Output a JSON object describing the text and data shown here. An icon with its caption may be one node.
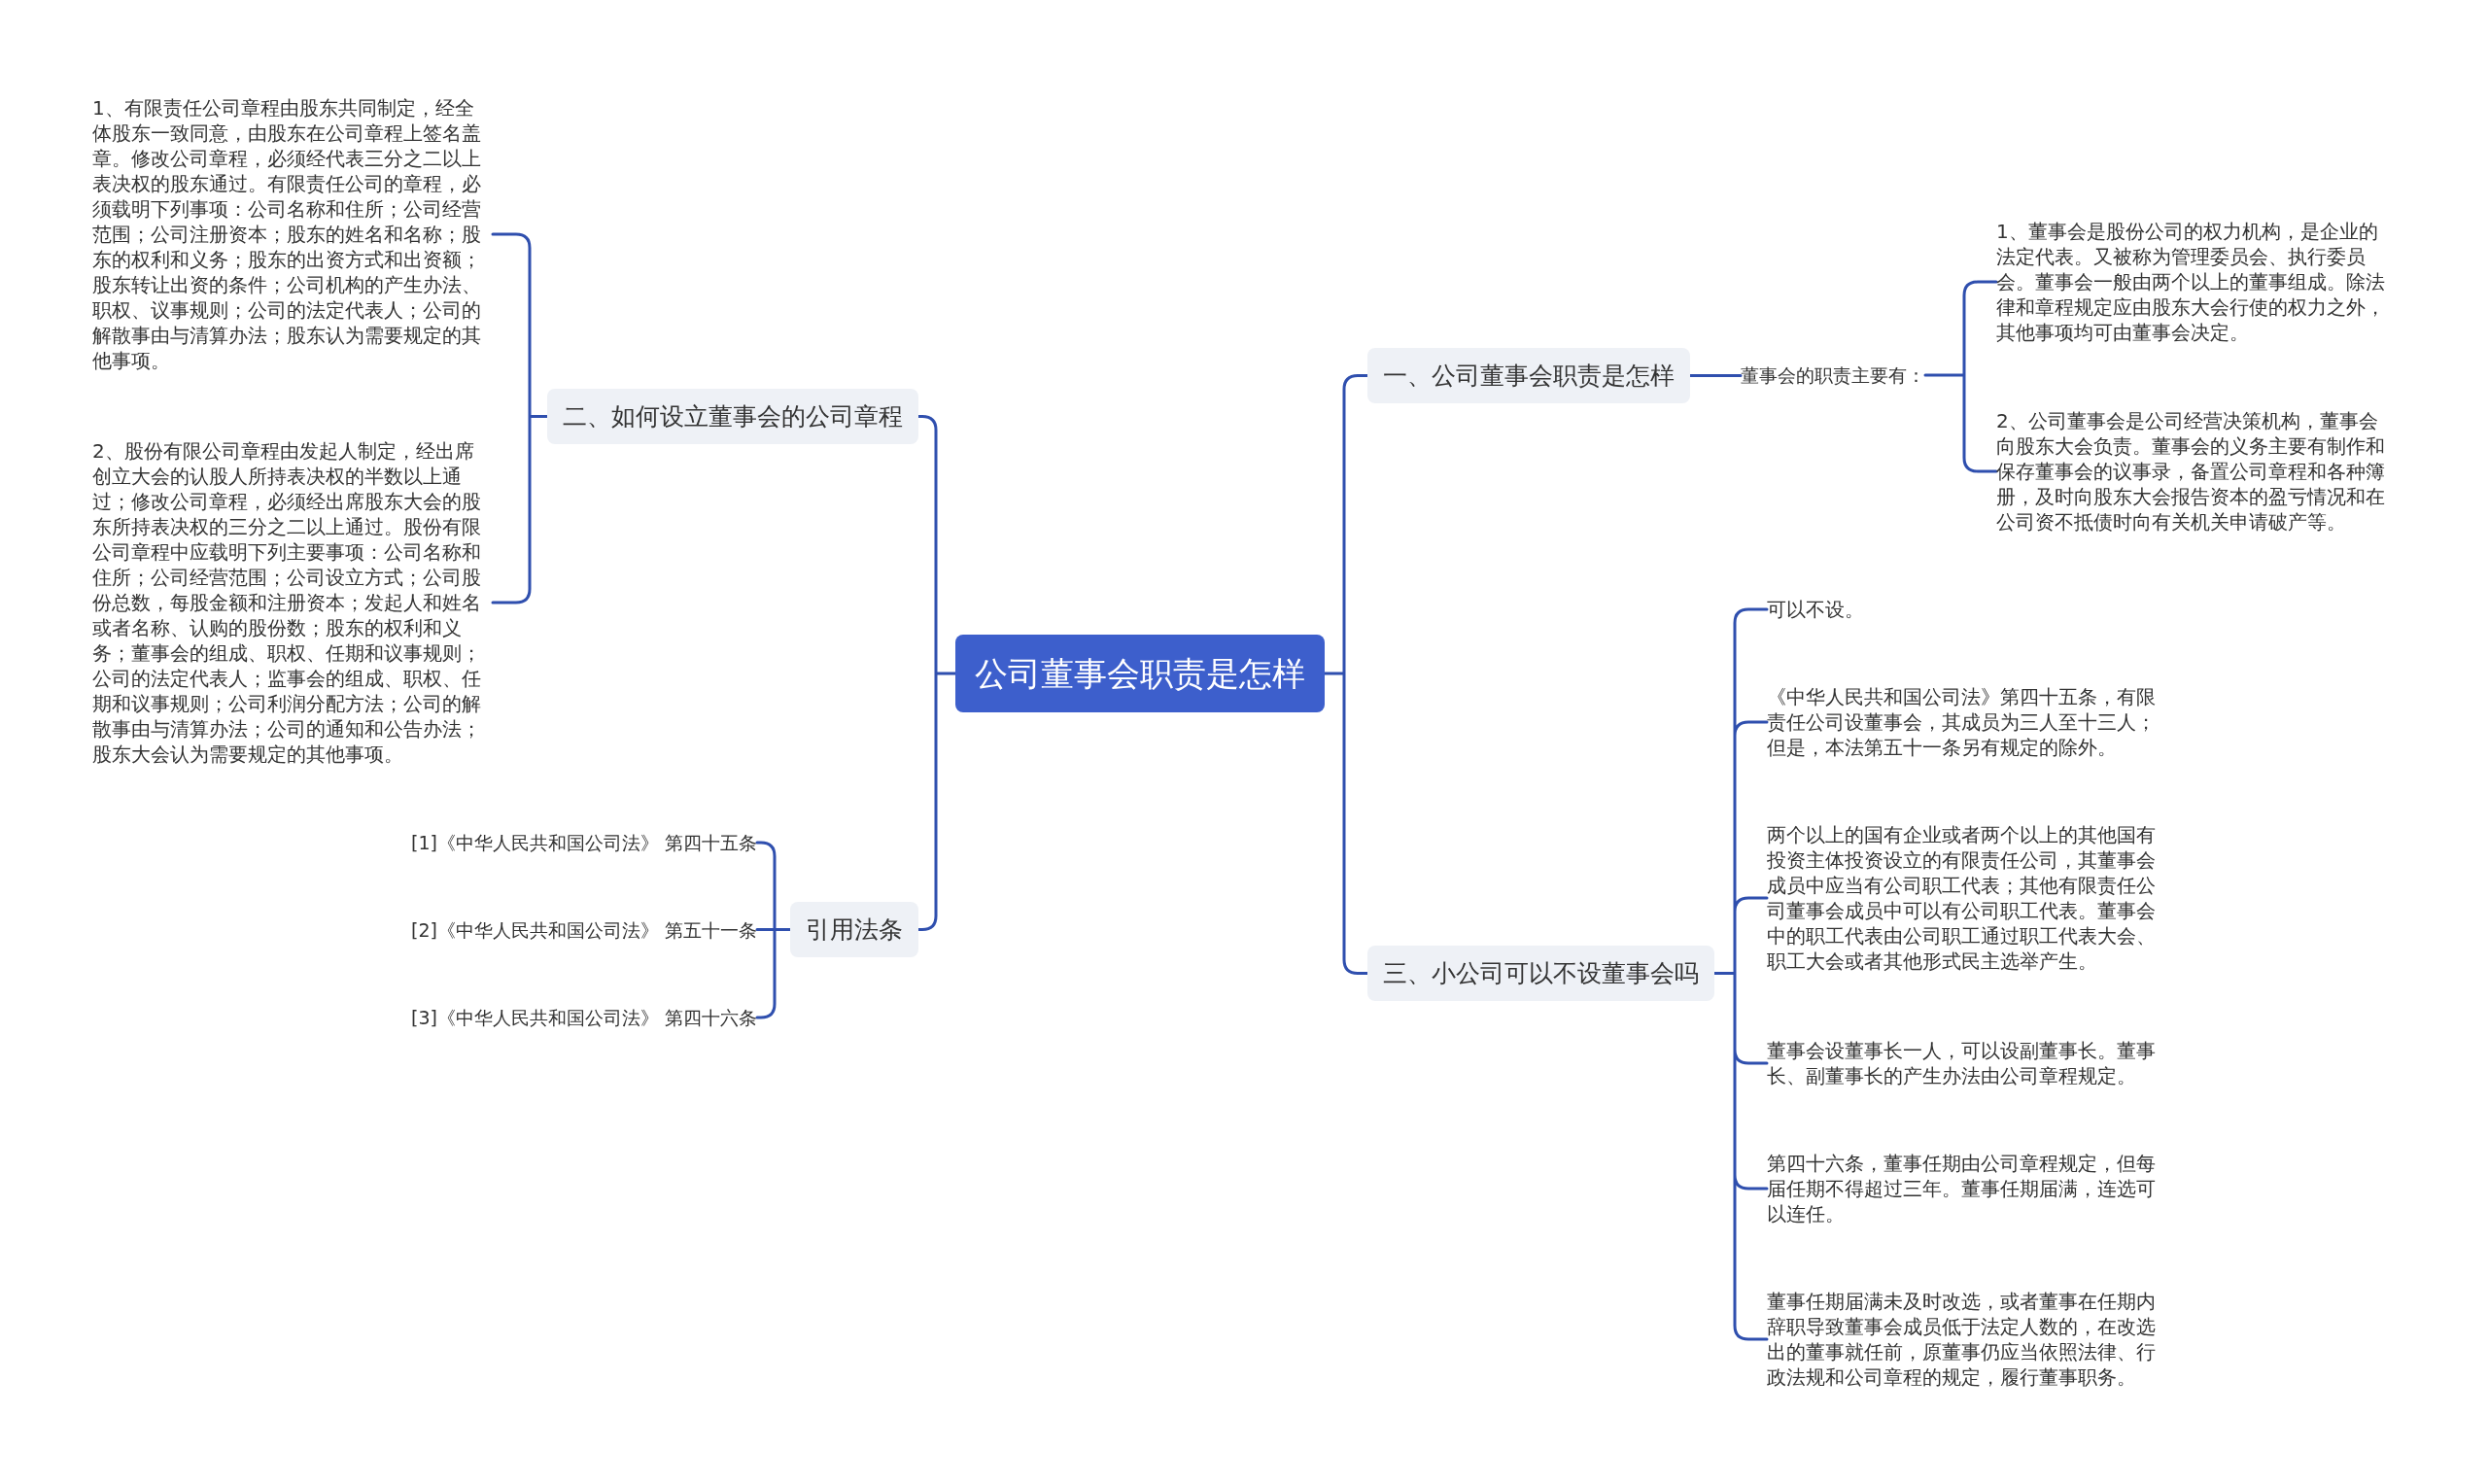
{
  "diagram": {
    "nodes": [
      {
        "text": [
          "公司董事会职责是怎样"
        ]
      },
      {
        "text": [
          "一、公司董事会职责是怎样"
        ]
      },
      {
        "text": [
          "董事会的职责主要有："
        ]
      },
      {
        "text": [
          "1、董事会是股份公司的权力机构，是企业的法定代表。又被称为管理委员会、执行委员会。董事会一般由两个以上的董事组成。除法律和章程规定应由股东大会行使的权力之外，其他事项均可由董事会决定。"
        ]
      },
      {
        "text": [
          "2、公司董事会是公司经营决策机构，董事会向股东大会负责。董事会的义务主要有制作和保存董事会的议事录，备置公司章程和各种簿册，及时向股东大会报告资本的盈亏情况和在公司资不抵债时向有关机关申请破产等。"
        ]
      },
      {
        "text": [
          "三、小公司可以不设董事会吗"
        ]
      },
      {
        "text": [
          "可以不设。"
        ]
      },
      {
        "text": [
          "《中华人民共和国公司法》第四十五条，有限责任公司设董事会，其成员为三人至十三人；但是，本法第五十一条另有规定的除外。"
        ]
      },
      {
        "text": [
          "两个以上的国有企业或者两个以上的其他国有投资主体投资设立的有限责任公司，其董事会成员中应当有公司职工代表；其他有限责任公司董事会成员中可以有公司职工代表。董事会中的职工代表由公司职工通过职工代表大会、职工大会或者其他形式民主选举产生。"
        ]
      },
      {
        "text": [
          "董事会设董事长一人，可以设副董事长。董事长、副董事长的产生办法由公司章程规定。"
        ]
      },
      {
        "text": [
          "第四十六条，董事任期由公司章程规定，但每届任期不得超过三年。董事任期届满，连选可以连任。"
        ]
      },
      {
        "text": [
          "董事任期届满未及时改选，或者董事在任期内辞职导致董事会成员低于法定人数的，在改选出的董事就任前，原董事仍应当依照法律、行政法规和公司章程的规定，履行董事职务。"
        ]
      },
      {
        "text": [
          "二、如何设立董事会的公司章程"
        ]
      },
      {
        "text": [
          "1、有限责任公司章程由股东共同制定，经全体股东一致同意，由股东在公司章程上签名盖章。修改公司章程，必须经代表三分之二以上表决权的股东通过。有限责任公司的章程，必须载明下列事项：公司名称和住所；公司经营范围；公司注册资本；股东的姓名和名称；股东的权利和义务；股东的出资方式和出资额；股东转让出资的条件；公司机构的产生办法、职权、议事规则；公司的法定代表人；公司的解散事由与清算办法；股东认为需要规定的其他事项。"
        ]
      },
      {
        "text": [
          "2、股份有限公司章程由发起人制定，经出席创立大会的认股人所持表决权的半数以上通过；修改公司章程，必须经出席股东大会的股东所持表决权的三分之二以上通过。股份有限公司章程中应载明下列主要事项：公司名称和住所；公司经营范围；公司设立方式；公司股份总数，每股金额和注册资本；发起人和姓名或者名称、认购的股份数；股东的权利和义务；董事会的组成、职权、任期和议事规则；公司的法定代表人；监事会的组成、职权、任期和议事规则；公司利润分配方法；公司的解散事由与清算办法；公司的通知和公告办法；股东大会认为需要规定的其他事项。"
        ]
      },
      {
        "text": [
          "引用法条"
        ]
      },
      {
        "text": [
          "[1]《中华人民共和国公司法》 第四十五条"
        ]
      },
      {
        "text": [
          "[2]《中华人民共和国公司法》 第五十一条"
        ]
      },
      {
        "text": [
          "[3]《中华人民共和国公司法》 第四十六条"
        ]
      }
    ],
    "edges": [
      {
        "from": 0,
        "to": 1,
        "arrow": "none"
      },
      {
        "from": 0,
        "to": 5,
        "arrow": "none"
      },
      {
        "from": 0,
        "to": 12,
        "arrow": "none"
      },
      {
        "from": 0,
        "to": 15,
        "arrow": "none"
      },
      {
        "from": 1,
        "to": 2,
        "arrow": "none"
      },
      {
        "from": 2,
        "to": 3,
        "arrow": "none"
      },
      {
        "from": 2,
        "to": 4,
        "arrow": "none"
      },
      {
        "from": 5,
        "to": 6,
        "arrow": "none"
      },
      {
        "from": 5,
        "to": 7,
        "arrow": "none"
      },
      {
        "from": 5,
        "to": 8,
        "arrow": "none"
      },
      {
        "from": 5,
        "to": 9,
        "arrow": "none"
      },
      {
        "from": 5,
        "to": 10,
        "arrow": "none"
      },
      {
        "from": 5,
        "to": 11,
        "arrow": "none"
      },
      {
        "from": 12,
        "to": 13,
        "arrow": "none"
      },
      {
        "from": 12,
        "to": 14,
        "arrow": "none"
      },
      {
        "from": 15,
        "to": 16,
        "arrow": "none"
      },
      {
        "from": 15,
        "to": 17,
        "arrow": "none"
      },
      {
        "from": 15,
        "to": 18,
        "arrow": "none"
      }
    ]
  }
}
